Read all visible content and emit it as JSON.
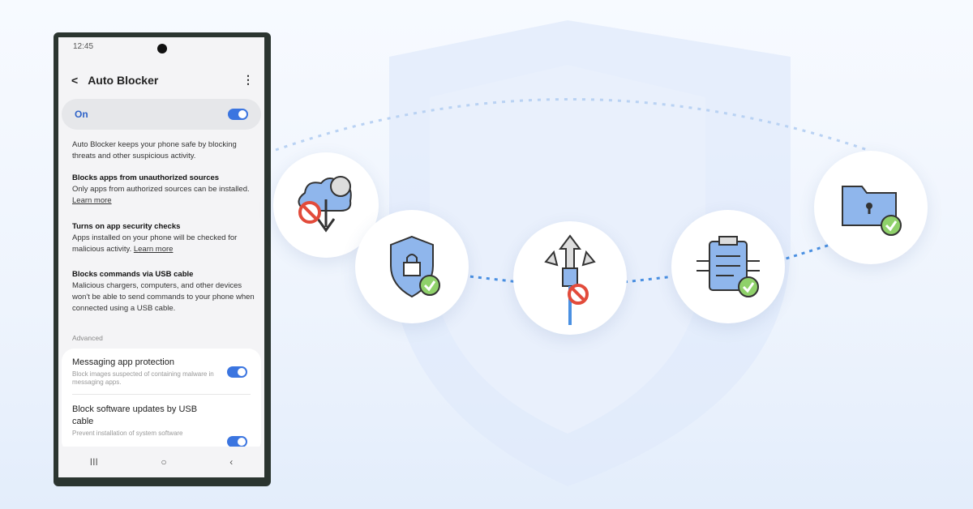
{
  "phone": {
    "time": "12:45",
    "title": "Auto Blocker",
    "master_toggle": {
      "label": "On",
      "on": true
    },
    "intro": "Auto Blocker keeps your phone safe by blocking threats and other suspicious activity.",
    "sections": [
      {
        "title": "Blocks apps from unauthorized sources",
        "body": "Only apps from authorized sources can be installed.",
        "link": "Learn more"
      },
      {
        "title": "Turns on app security checks",
        "body": "Apps installed on your phone will be checked for malicious activity.",
        "link": "Learn more"
      },
      {
        "title": "Blocks commands via USB cable",
        "body": "Malicious chargers, computers, and other devices won't be able to send commands to your phone when connected using a USB cable."
      }
    ],
    "advanced_label": "Advanced",
    "settings": [
      {
        "title": "Messaging app protection",
        "sub": "Block images suspected of containing malware in messaging apps.",
        "on": true
      },
      {
        "title": "Block software updates by USB cable",
        "sub": "Prevent installation of system software",
        "on": true
      }
    ],
    "nav": {
      "recents": "III",
      "home": "○",
      "back": "‹"
    }
  },
  "features": [
    {
      "icon": "cloud-download-blocked-icon"
    },
    {
      "icon": "shield-lock-check-icon"
    },
    {
      "icon": "usb-blocked-icon"
    },
    {
      "icon": "clipboard-check-icon"
    },
    {
      "icon": "folder-lock-check-icon"
    }
  ],
  "colors": {
    "accent": "#3b75e0",
    "check": "#8fd16a",
    "block": "#e24b3b",
    "icon_fill": "#8fb6ec"
  }
}
